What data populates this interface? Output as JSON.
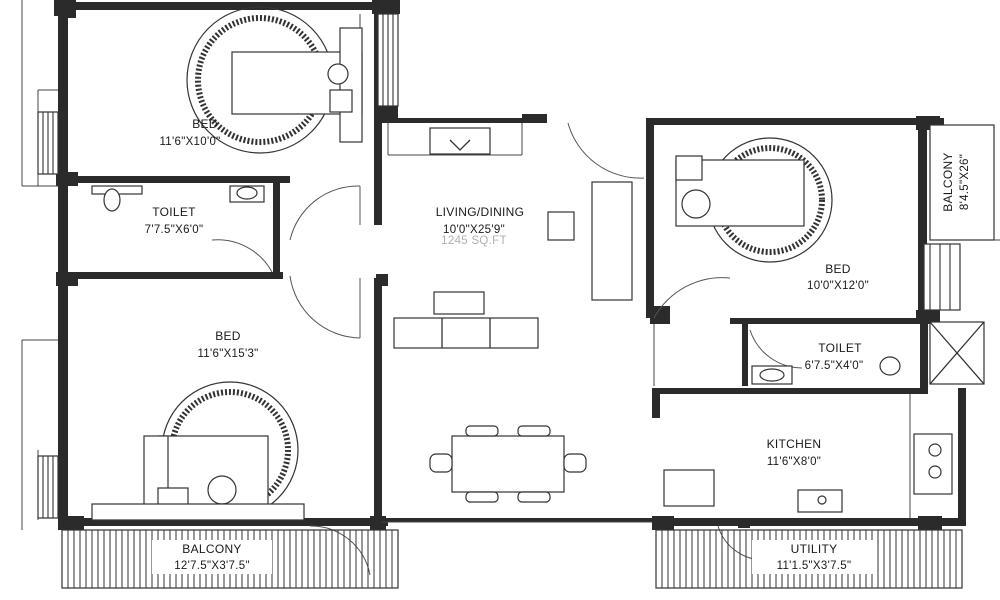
{
  "rooms": {
    "bed_top_left": {
      "name": "BED",
      "size": "11'6\"X10'0\""
    },
    "toilet_left": {
      "name": "TOILET",
      "size": "7'7.5\"X6'0\""
    },
    "bed_bottom_left": {
      "name": "BED",
      "size": "11'6\"X15'3\""
    },
    "balcony_bottom_left": {
      "name": "BALCONY",
      "size": "12'7.5\"X3'7.5\""
    },
    "living_dining": {
      "name": "LIVING/DINING",
      "size": "10'0\"X25'9\"",
      "extra": "1245 SQ.FT"
    },
    "bed_right": {
      "name": "BED",
      "size": "10'0\"X12'0\""
    },
    "balcony_right": {
      "name": "BALCONY",
      "size": "8'4.5\"X26\""
    },
    "toilet_right": {
      "name": "TOILET",
      "size": "6'7.5\"X4'0\""
    },
    "kitchen": {
      "name": "KITCHEN",
      "size": "11'6\"X8'0\""
    },
    "utility": {
      "name": "UTILITY",
      "size": "11'1.5\"X3'7.5\""
    }
  },
  "colors": {
    "wall": "#2b2b2b",
    "line": "#333333",
    "paper": "#ffffff"
  }
}
